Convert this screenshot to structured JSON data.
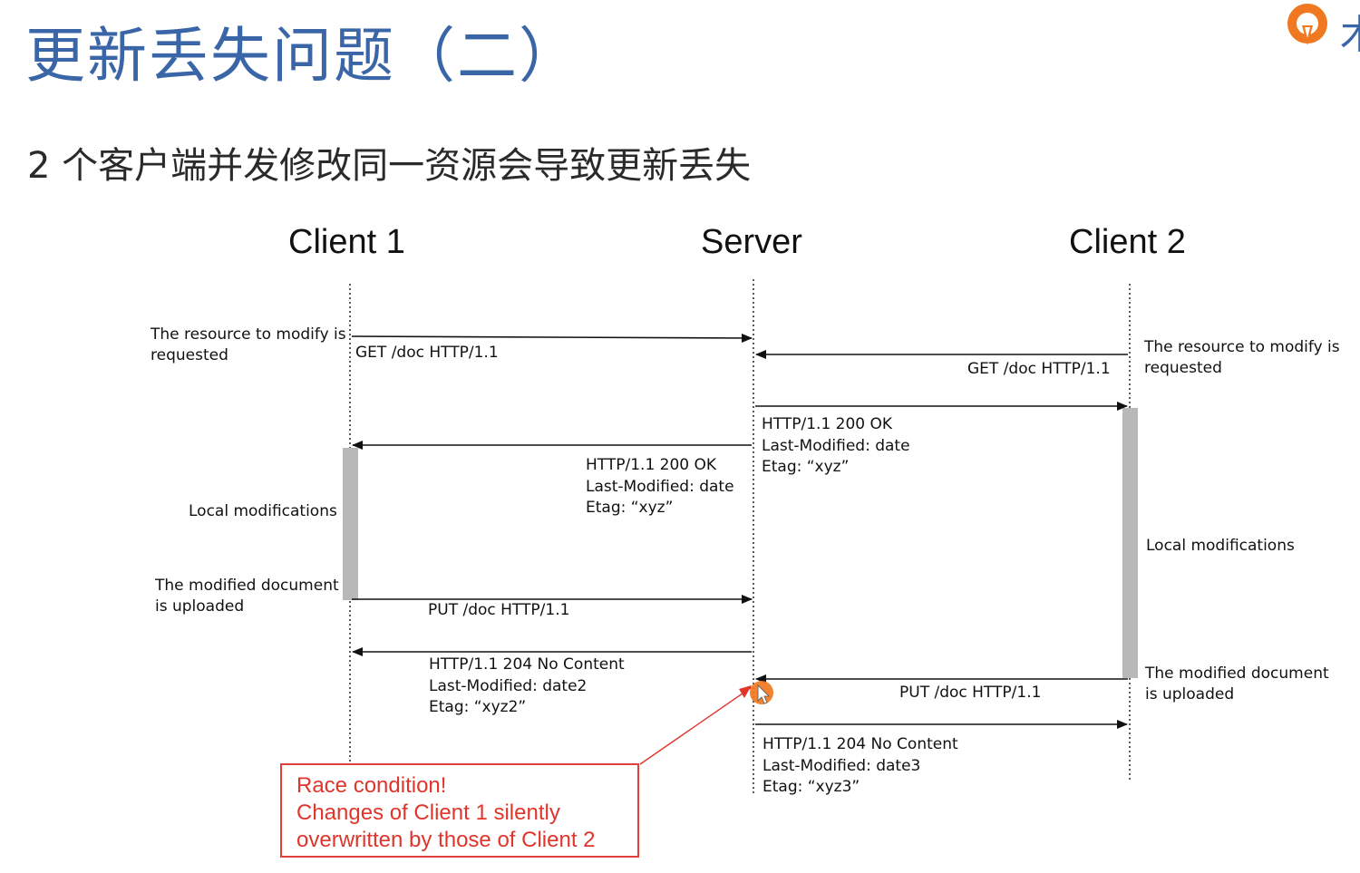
{
  "slide": {
    "title": "更新丢失问题（二）",
    "subtitle": "2 个客户端并发修改同一资源会导致更新丢失"
  },
  "logo": {
    "icon": "brand-logo-icon",
    "char": "木",
    "color": "#f07820"
  },
  "diagram": {
    "headers": {
      "client1": "Client 1",
      "server": "Server",
      "client2": "Client 2"
    },
    "client1_labels": {
      "request": [
        "The resource to modify is",
        "requested"
      ],
      "local_mod": [
        "Local modifications"
      ],
      "upload": [
        "The modified document",
        "is uploaded"
      ]
    },
    "client2_labels": {
      "request": [
        "The resource to modify is",
        "requested"
      ],
      "local_mod": [
        "Local modifications"
      ],
      "upload": [
        "The modified document",
        "is uploaded"
      ]
    },
    "messages": {
      "c1_get": [
        "GET  /doc  HTTP/1.1"
      ],
      "c2_get": [
        "GET  /doc  HTTP/1.1"
      ],
      "s_to_c2_ok": [
        "HTTP/1.1  200  OK",
        "Last-Modified:  date",
        "Etag:    “xyz”"
      ],
      "s_to_c1_ok": [
        "HTTP/1.1  200  OK",
        "Last-Modified:  date",
        "Etag:    “xyz”"
      ],
      "c1_put": [
        "PUT  /doc  HTTP/1.1"
      ],
      "s_to_c1_204": [
        "HTTP/1.1  204  No  Content",
        "Last-Modified:  date2",
        "Etag:    “xyz2”"
      ],
      "c2_put": [
        "PUT  /doc  HTTP/1.1"
      ],
      "s_to_c2_204": [
        "HTTP/1.1  204  No  Content",
        "Last-Modified:  date3",
        "Etag:    “xyz3”"
      ]
    },
    "race_note": [
      "Race condition!",
      "Changes of Client 1 silently",
      "overwritten by those of Client 2"
    ],
    "colors": {
      "accent_red": "#e0352b",
      "title_blue": "#3a66a8",
      "cursor_orange": "#f07820"
    }
  }
}
